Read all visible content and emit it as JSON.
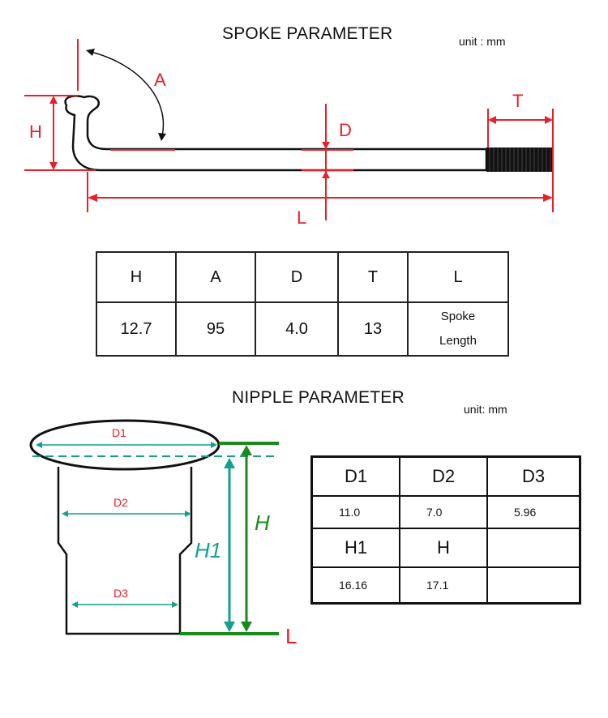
{
  "spoke": {
    "title": "SPOKE PARAMETER",
    "unit": "unit : mm",
    "labels": {
      "H": "H",
      "A": "A",
      "D": "D",
      "T": "T",
      "L": "L"
    },
    "table": {
      "headers": [
        "H",
        "A",
        "D",
        "T",
        "L"
      ],
      "values": [
        "12.7",
        "95",
        "4.0",
        "13"
      ],
      "length_label_line1": "Spoke",
      "length_label_line2": "Length"
    }
  },
  "nipple": {
    "title": "NIPPLE PARAMETER",
    "unit": "unit: mm",
    "labels": {
      "D1": "D1",
      "D2": "D2",
      "D3": "D3",
      "H": "H",
      "H1": "H1",
      "L": "L"
    },
    "table": {
      "row1_headers": [
        "D1",
        "D2",
        "D3"
      ],
      "row1_values": [
        "11.0",
        "7.0",
        "5.96"
      ],
      "row2_headers": [
        "H1",
        "H",
        ""
      ],
      "row2_values": [
        "16.16",
        "17.1",
        ""
      ]
    }
  },
  "colors": {
    "red": "#e8202a",
    "green": "#1a8a1a",
    "teal": "#14a08a",
    "black": "#111111"
  }
}
